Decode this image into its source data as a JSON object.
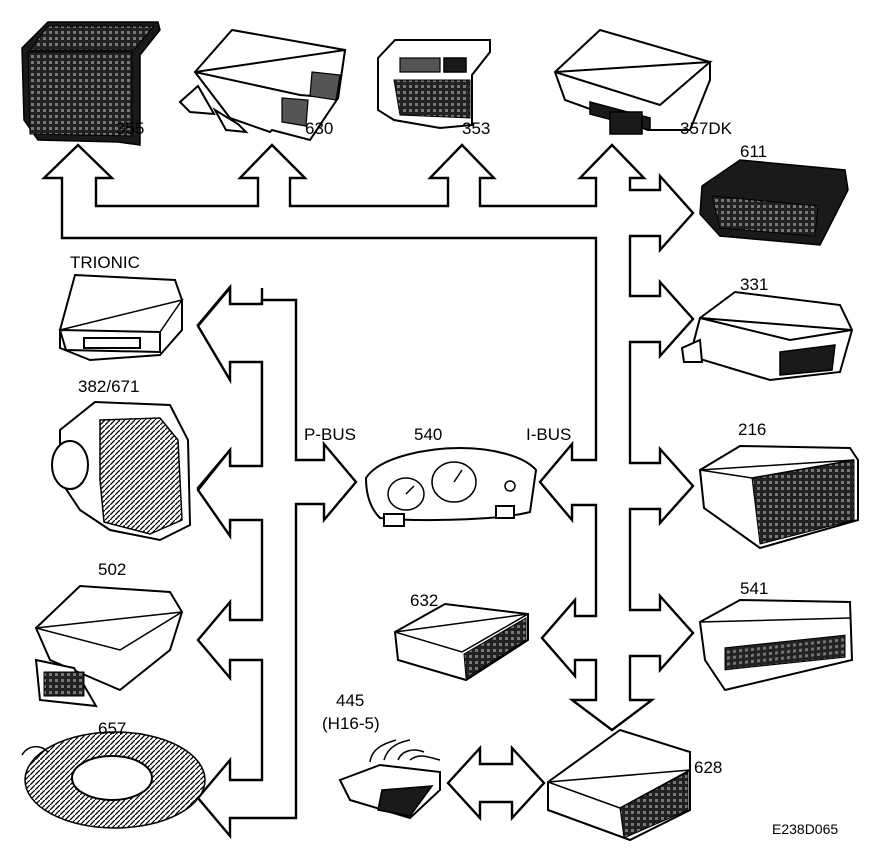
{
  "labels": {
    "m355": "355",
    "m630": "630",
    "m353": "353",
    "m357dk": "357DK",
    "m611": "611",
    "m331": "331",
    "m216": "216",
    "m541": "541",
    "m628": "628",
    "m632": "632",
    "m445": "445",
    "m445_sub": "(H16-5)",
    "m540": "540",
    "trionic": "TRIONIC",
    "m382": "382/671",
    "m502": "502",
    "m657": "657",
    "pbus": "P-BUS",
    "ibus": "I-BUS",
    "code": "E238D065"
  }
}
